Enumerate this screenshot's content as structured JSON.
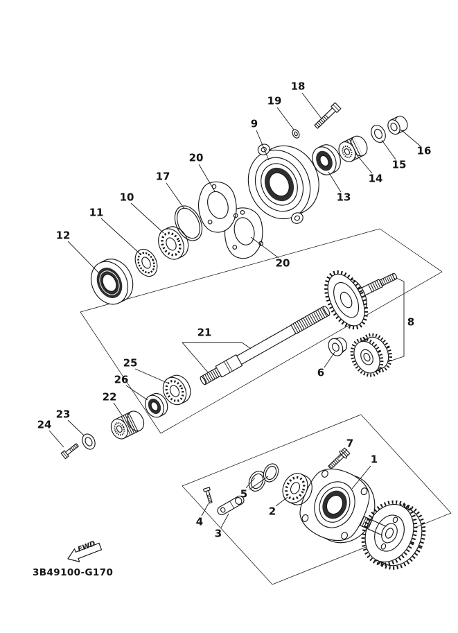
{
  "diagram": {
    "code": "3B49100-G170",
    "fwd": "FWD",
    "colors": {
      "ink": "#161616",
      "background": "#ffffff"
    },
    "part_labels": [
      {
        "text": "18"
      },
      {
        "text": "19"
      },
      {
        "text": "9"
      },
      {
        "text": "16"
      },
      {
        "text": "15"
      },
      {
        "text": "14"
      },
      {
        "text": "13"
      },
      {
        "text": "20"
      },
      {
        "text": "17"
      },
      {
        "text": "10"
      },
      {
        "text": "11"
      },
      {
        "text": "12"
      },
      {
        "text": "20"
      },
      {
        "text": "8"
      },
      {
        "text": "21"
      },
      {
        "text": "6"
      },
      {
        "text": "25"
      },
      {
        "text": "26"
      },
      {
        "text": "22"
      },
      {
        "text": "23"
      },
      {
        "text": "24"
      },
      {
        "text": "7"
      },
      {
        "text": "1"
      },
      {
        "text": "5"
      },
      {
        "text": "2"
      },
      {
        "text": "4"
      },
      {
        "text": "3"
      }
    ]
  }
}
